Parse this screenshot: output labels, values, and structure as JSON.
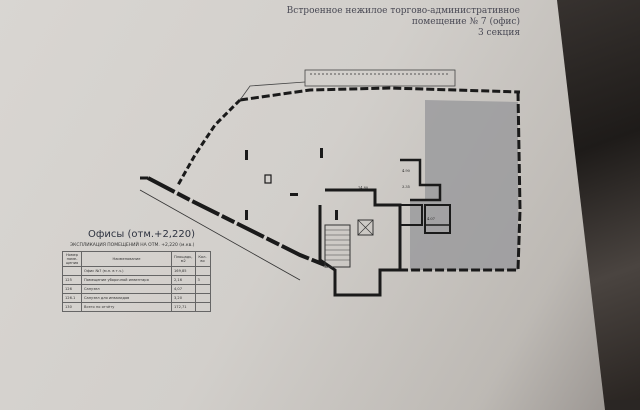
{
  "header": {
    "line1": "Встроенное нежилое торгово-административное",
    "line2": "помещение № 7 (офис)",
    "line3": "3 секция"
  },
  "plan": {
    "office_title": "Офисы (отм.+2,220)",
    "table_caption": "ЭКСПЛИКАЦИЯ ПОМЕЩЕНИЙ НА ОТМ. +2,220 (м.кв.)",
    "table": {
      "headers": [
        "Номер поме-щения",
        "Наименование",
        "Площадь, м2",
        "Кол-во"
      ],
      "rows": [
        [
          "",
          "Офис №7 (м.н. в т.ч.)",
          "169,85",
          ""
        ],
        [
          "125",
          "Помещение уборочной инвентаря",
          "2,16",
          "3"
        ],
        [
          "126",
          "Санузел",
          "4,07",
          ""
        ],
        [
          "126.1",
          "Санузел для инвалидов",
          "3,20",
          ""
        ],
        [
          "130",
          "Всего по отчёту",
          "172,71",
          ""
        ]
      ]
    },
    "small_labels": [
      "14.80",
      "4.90",
      "3.35",
      "4.07"
    ]
  },
  "colors": {
    "paper": "#d4d1cd",
    "wall": "#1a1a1a",
    "highlight": "#9b9b9e"
  }
}
